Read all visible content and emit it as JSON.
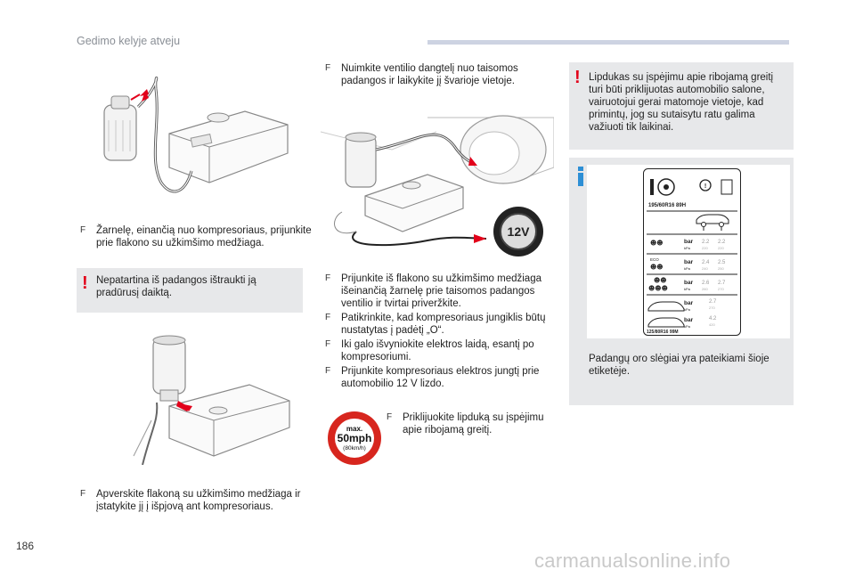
{
  "header": {
    "title": "Gedimo kelyje atveju"
  },
  "page_number": "186",
  "watermark": "carmanualsonline.info",
  "col1": {
    "step_hose": "Žarnelę, einančią nuo kompresoriaus, prijunkite prie flakono su užkimšimo medžiaga.",
    "warning": "Nepatartina iš padangos ištraukti ją pradūrusį daiktą.",
    "step_flip": "Apverskite flakoną su užkimšimo medžiaga ir įstatykite jį į išpjovą ant kompresoriaus."
  },
  "col2": {
    "step_cap": "Nuimkite ventilio dangtelį nuo taisomos padangos ir laikykite jį švarioje vietoje.",
    "steps": [
      "Prijunkite iš flakono su užkimšimo medžiaga išeinančią žarnelę prie taisomos padangos ventilio ir tvirtai priveržkite.",
      "Patikrinkite, kad kompresoriaus jungiklis būtų nustatytas į padėtį „O“.",
      "Iki galo išvyniokite elektros laidą, esantį po kompresoriumi.",
      "Prijunkite kompresoriaus elektros jungtį prie automobilio 12 V lizdo."
    ],
    "socket_label": "12V",
    "sticker_step": "Priklijuokite lipduką su įspėjimu apie ribojamą greitį.",
    "sticker": {
      "line1": "max.",
      "line2": "50mph",
      "line3": "(80km/h)"
    }
  },
  "col3": {
    "warning": "Lipdukas su įspėjimu apie ribojamą greitį turi būti priklijuotas automobilio salone, vairuotojui gerai matomoje vietoje, kad primintų, jog su sutaisytu ratu galima važiuoti tik laikinai.",
    "info": "Padangų oro slėgiai yra pateikiami šioje etiketėje.",
    "tyre_label": {
      "size_top": "195/60R16 89H",
      "size_bottom": "125/80R16 99M",
      "unit_bar": "bar",
      "unit_kpa": "kPa",
      "eco": "ECO",
      "rows": [
        {
          "v1": "2.2",
          "v2": "2.2",
          "k1": "220",
          "k2": "220"
        },
        {
          "v1": "2.4",
          "v2": "2.5",
          "k1": "240",
          "k2": "250"
        },
        {
          "v1": "2.6",
          "v2": "2.7",
          "k1": "260",
          "k2": "270"
        },
        {
          "v1": "2.7",
          "k1": "270"
        },
        {
          "v1": "4.2",
          "k1": "420"
        }
      ]
    }
  },
  "marker": "F",
  "warn_mark": "!"
}
